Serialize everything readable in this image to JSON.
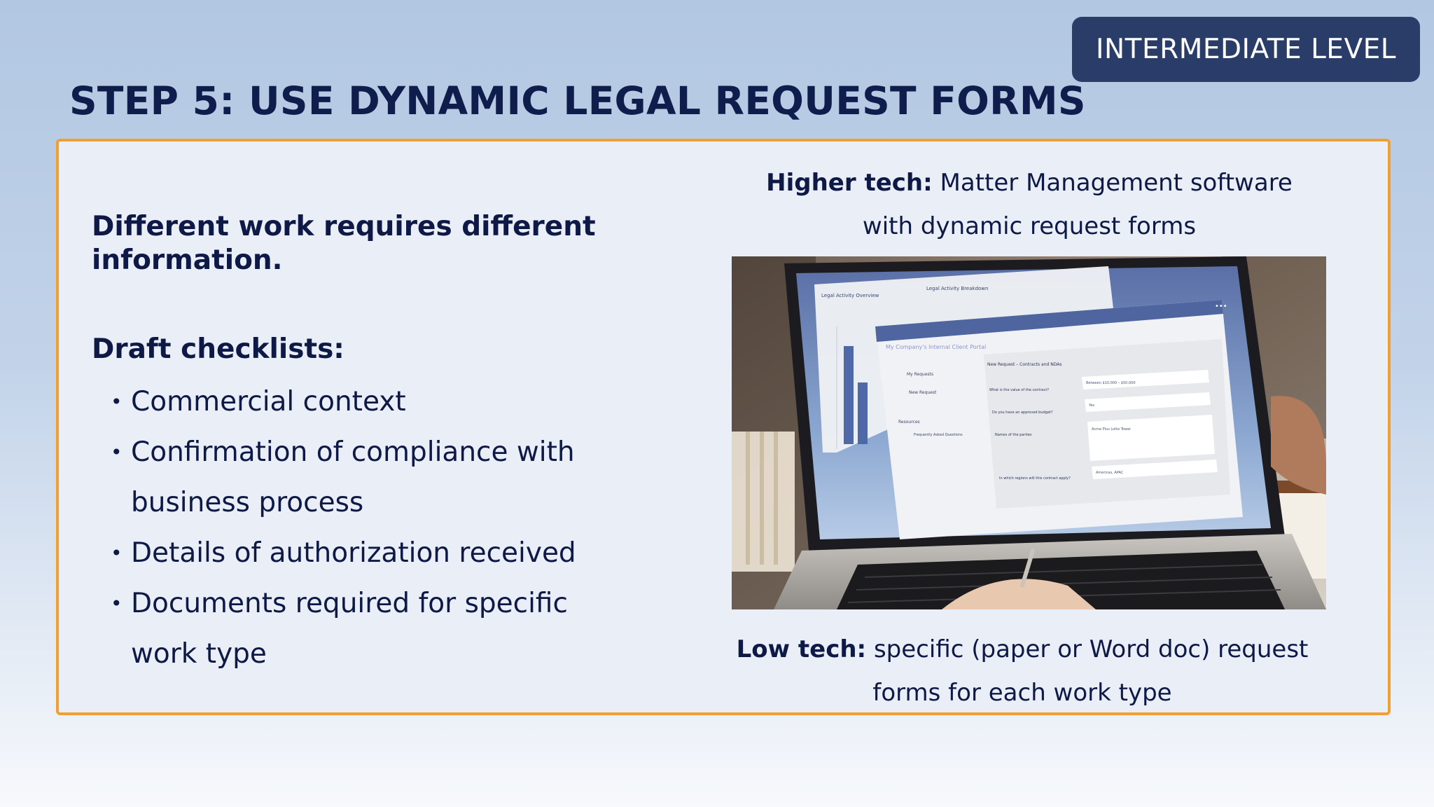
{
  "badge": {
    "label": "INTERMEDIATE LEVEL"
  },
  "title": "STEP 5: USE DYNAMIC LEGAL REQUEST FORMS",
  "left": {
    "intro": "Different work requires different information.",
    "checklist_heading": "Draft checklists:",
    "bullet_glyph": "•",
    "items": [
      "Commercial context",
      "Confirmation of compliance with business process",
      "Details of authorization received",
      "Documents required for specific work type"
    ]
  },
  "right": {
    "higher_tech": {
      "label": "Higher tech:",
      "text": " Matter Management software with dynamic request forms"
    },
    "low_tech": {
      "label": "Low tech:",
      "text": " specific (paper or Word doc) request forms for each work type"
    },
    "photo": {
      "description_icon": "laptop-photo",
      "screen": {
        "back_panel_title": "Legal Activity Overview",
        "back_panel_title_2": "Legal Activity Breakdown",
        "portal_title": "My Company's Internal Client Portal",
        "nav_items": [
          "My Requests",
          "New Request"
        ],
        "resources_label": "Resources",
        "resources_item": "Frequently Asked Questions",
        "form_title": "New Request – Contracts and NDAs",
        "questions": [
          "What is the value of the contract?",
          "Do you have an approved budget?",
          "Names of the parties",
          "In which regions will this contract apply?"
        ],
        "answers": [
          "Between $10,000 – $50,000",
          "Yes",
          "Acme Plus\nLotte Tower",
          "Americas, APAC"
        ]
      }
    }
  },
  "colors": {
    "badge_bg": "#2a3c68",
    "panel_border": "#f0a032",
    "panel_bg": "#e9eef7",
    "text": "#0e1a45"
  }
}
